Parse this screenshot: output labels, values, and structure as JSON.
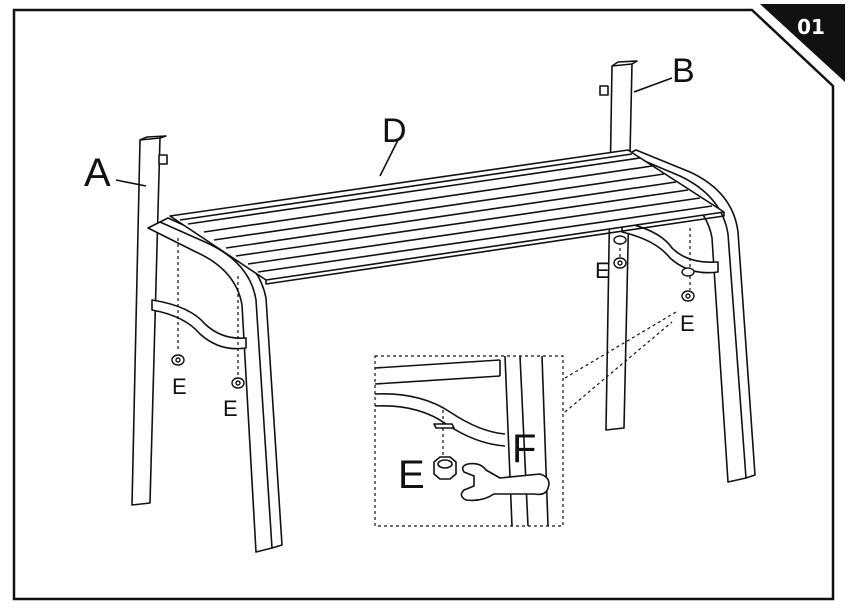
{
  "step_number": "01",
  "parts": {
    "A": "A",
    "B": "B",
    "D": "D",
    "E": "E",
    "F": "F"
  }
}
